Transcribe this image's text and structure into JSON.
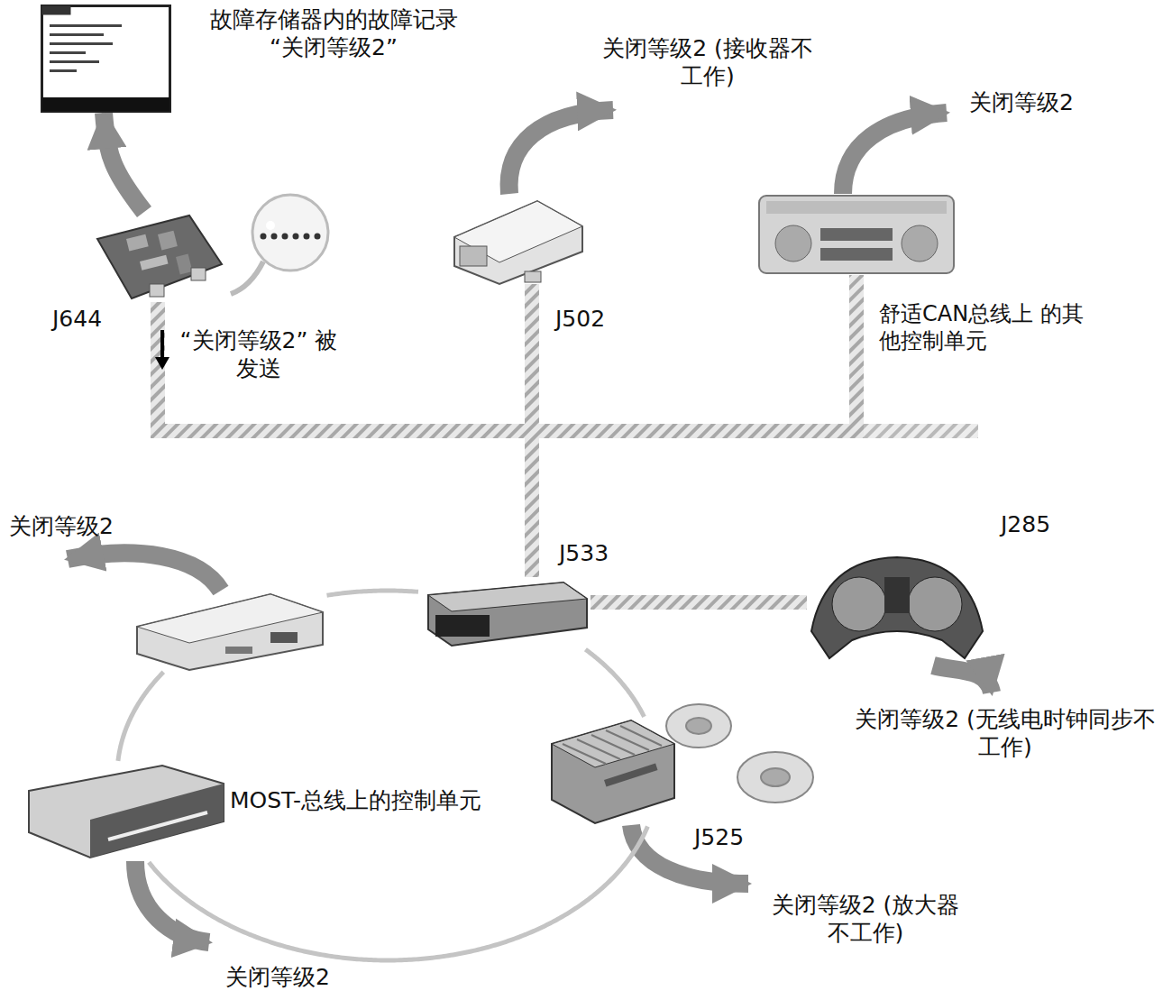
{
  "diagram": {
    "nodes": [
      {
        "text": [
          "故障存储器内的故障记录 “关闭等级2”"
        ]
      },
      {
        "text": [
          "J644"
        ]
      },
      {
        "text": [
          "J502"
        ]
      },
      {
        "text": [
          "舒适CAN总线上 的其他控制单元"
        ]
      },
      {
        "text": [
          "关闭等级2"
        ]
      },
      {
        "text": [
          "J533"
        ]
      },
      {
        "text": [
          "J285"
        ]
      },
      {
        "text": [
          "关闭等级2"
        ]
      },
      {
        "text": [
          "J525"
        ]
      }
    ],
    "edges": [
      {
        "from": 1,
        "to": 0,
        "arrow": "to"
      },
      {
        "from": 1,
        "to": 5,
        "arrow": "none"
      },
      {
        "from": 2,
        "to": 5,
        "arrow": "none"
      },
      {
        "from": 3,
        "to": 5,
        "arrow": "none"
      },
      {
        "from": 6,
        "to": 5,
        "arrow": "none"
      },
      {
        "from": 5,
        "to": 4,
        "arrow": "none"
      },
      {
        "from": 4,
        "to": 7,
        "arrow": "none"
      },
      {
        "from": 7,
        "to": 8,
        "arrow": "none"
      },
      {
        "from": 8,
        "to": 5,
        "arrow": "none"
      }
    ],
    "labels": [
      "关闭等级2 (接收器不工作)",
      "关闭等级2",
      "“关闭等级2” 被发送",
      "MOST-总线上的控制单元",
      "关闭等级2 (无线电时钟同步不工作)",
      "关闭等级2 (放大器不工作)"
    ]
  }
}
